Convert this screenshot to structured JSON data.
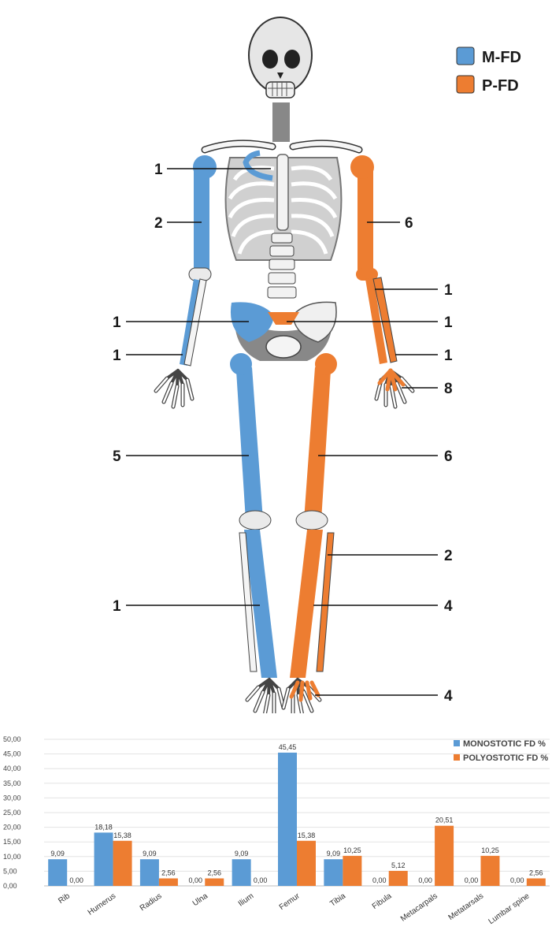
{
  "figure": {
    "legend": [
      {
        "label": "M-FD",
        "color": "#5b9bd5"
      },
      {
        "label": "P-FD",
        "color": "#ed7d31"
      }
    ],
    "labels": {
      "left_rib": "1",
      "left_humerus": "2",
      "left_ilium": "1",
      "left_radius": "1",
      "left_femur": "5",
      "left_tibia": "1",
      "right_humerus": "6",
      "right_radius": "1",
      "right_lumbar_spine": "1",
      "right_ulna": "1",
      "right_metacarpals": "8",
      "right_femur": "6",
      "right_fibula": "2",
      "right_tibia": "4",
      "right_metatarsals": "4"
    }
  },
  "chart_data": {
    "type": "bar",
    "categories": [
      "Rib",
      "Humerus",
      "Radius",
      "Ulna",
      "Ilium",
      "Femur",
      "Tibia",
      "Fibula",
      "Metacarpals",
      "Metatarsals",
      "Lumbar spine"
    ],
    "series": [
      {
        "name": "MONOSTOTIC FD %",
        "color": "#5b9bd5",
        "values": [
          9.09,
          18.18,
          9.09,
          0.0,
          9.09,
          45.45,
          9.09,
          0.0,
          0.0,
          0.0,
          0.0
        ],
        "labels": [
          "9,09",
          "18,18",
          "9,09",
          "0,00",
          "9,09",
          "45,45",
          "9,09",
          "0,00",
          "0,00",
          "0,00",
          "0,00"
        ]
      },
      {
        "name": "POLYOSTOTIC FD %",
        "color": "#ed7d31",
        "values": [
          0.0,
          15.38,
          2.56,
          2.56,
          0.0,
          15.38,
          10.25,
          5.12,
          20.51,
          10.25,
          2.56
        ],
        "labels": [
          "0,00",
          "15,38",
          "2,56",
          "2,56",
          "0,00",
          "15,38",
          "10,25",
          "5,12",
          "20,51",
          "10,25",
          "2,56"
        ]
      }
    ],
    "yticks": [
      "50,00",
      "45,00",
      "40,00",
      "35,00",
      "30,00",
      "25,00",
      "20,00",
      "15,00",
      "10,00",
      "5,00",
      "0,00"
    ],
    "ylim": [
      0,
      50
    ],
    "grid": true,
    "legend_position": "top-right"
  }
}
